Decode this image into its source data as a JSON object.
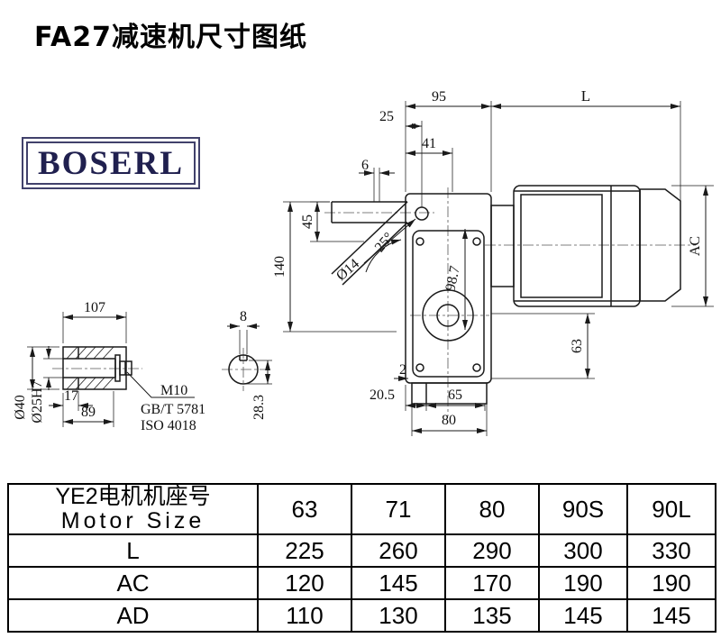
{
  "page": {
    "title": "FA27减速机尺寸图纸"
  },
  "logo": {
    "text": "BOSERL"
  },
  "drawing": {
    "dim_95": "95",
    "dim_L": "L",
    "dim_25": "25",
    "dim_41": "41",
    "dim_6": "6",
    "dim_45": "45",
    "dim_140": "140",
    "dim_dia14": "Ø14",
    "dim_angle": "25°",
    "dim_98_7": "98.7",
    "dim_AC": "AC",
    "dim_63": "63",
    "dim_2": "2",
    "dim_20_5": "20.5",
    "dim_65": "65",
    "dim_80": "80",
    "dim_107": "107",
    "dim_8": "8",
    "dim_17": "17",
    "dim_89": "89",
    "callout_m10": "M10",
    "callout_gbt": "GB/T 5781",
    "callout_iso": "ISO 4018",
    "dim_dia40": "Ø40",
    "dim_dia25h7": "Ø25H7",
    "dim_28_3": "28.3"
  },
  "table": {
    "header": {
      "line1": "YE2电机机座号",
      "line2": "Motor Size"
    },
    "columns": [
      "63",
      "71",
      "80",
      "90S",
      "90L"
    ],
    "rows": [
      {
        "label": "L",
        "values": [
          "225",
          "260",
          "290",
          "300",
          "330"
        ]
      },
      {
        "label": "AC",
        "values": [
          "120",
          "145",
          "170",
          "190",
          "190"
        ]
      },
      {
        "label": "AD",
        "values": [
          "110",
          "130",
          "135",
          "145",
          "145"
        ]
      }
    ]
  }
}
